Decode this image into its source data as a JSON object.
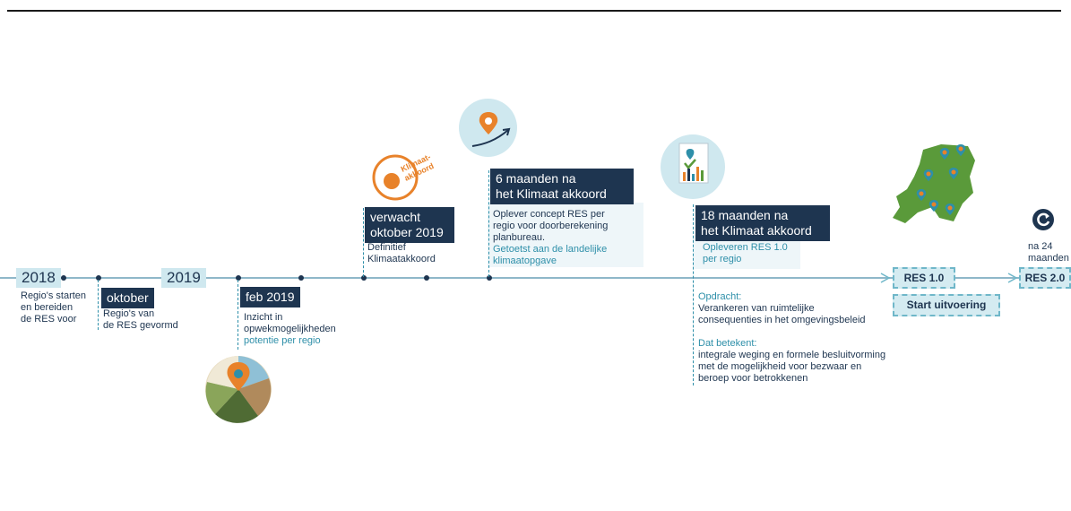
{
  "timeline": {
    "y2018": "2018",
    "y2018_text": [
      "Regio's starten",
      "en bereiden",
      "de RES voor"
    ],
    "oktober": "oktober",
    "oktober_text": [
      "Regio's van",
      "de RES gevormd"
    ],
    "y2019": "2019",
    "feb": "feb 2019",
    "feb_text": [
      "Inzicht in",
      "opwekmogelijkheden"
    ],
    "feb_teal": "potentie per regio",
    "verwacht": [
      "verwacht",
      "oktober 2019"
    ],
    "verwacht_text": [
      "Definitief",
      "Klimaatakkoord"
    ],
    "logo_text": [
      "Klimaat-",
      "akkoord"
    ],
    "six_months": [
      "6 maanden na",
      "het Klimaat akkoord"
    ],
    "six_text": [
      "Oplever concept RES per",
      "regio voor doorberekening",
      "planbureau."
    ],
    "six_teal": [
      "Getoetst aan de landelijke",
      "klimaatopgave"
    ],
    "eighteen_months": [
      "18 maanden na",
      "het Klimaat akkoord"
    ],
    "eighteen_teal": [
      "Opleveren RES 1.0",
      "per regio"
    ],
    "opdracht_label": "Opdracht:",
    "opdracht_text": [
      "Verankeren van ruimtelijke",
      "consequenties in het omgevingsbeleid"
    ],
    "betekent_label": "Dat betekent:",
    "betekent_text": [
      "integrale weging en formele besluitvorming",
      "met de mogelijkheid voor bezwaar en",
      "beroep voor betrokkenen"
    ],
    "res1": "RES 1.0",
    "start": "Start uitvoering",
    "na24": [
      "na 24",
      "maanden"
    ],
    "res2": "RES 2.0"
  },
  "icons": [
    "map-pin-landscape-icon",
    "klimaatakkoord-logo-icon",
    "location-growth-icon",
    "report-chart-icon",
    "netherlands-map-icon",
    "cycle-icon"
  ],
  "colors": {
    "navy": "#1e3550",
    "teal": "#2e8fa9",
    "light": "#cfe8ef",
    "orange": "#e8822a",
    "green": "#5a9a3a"
  }
}
